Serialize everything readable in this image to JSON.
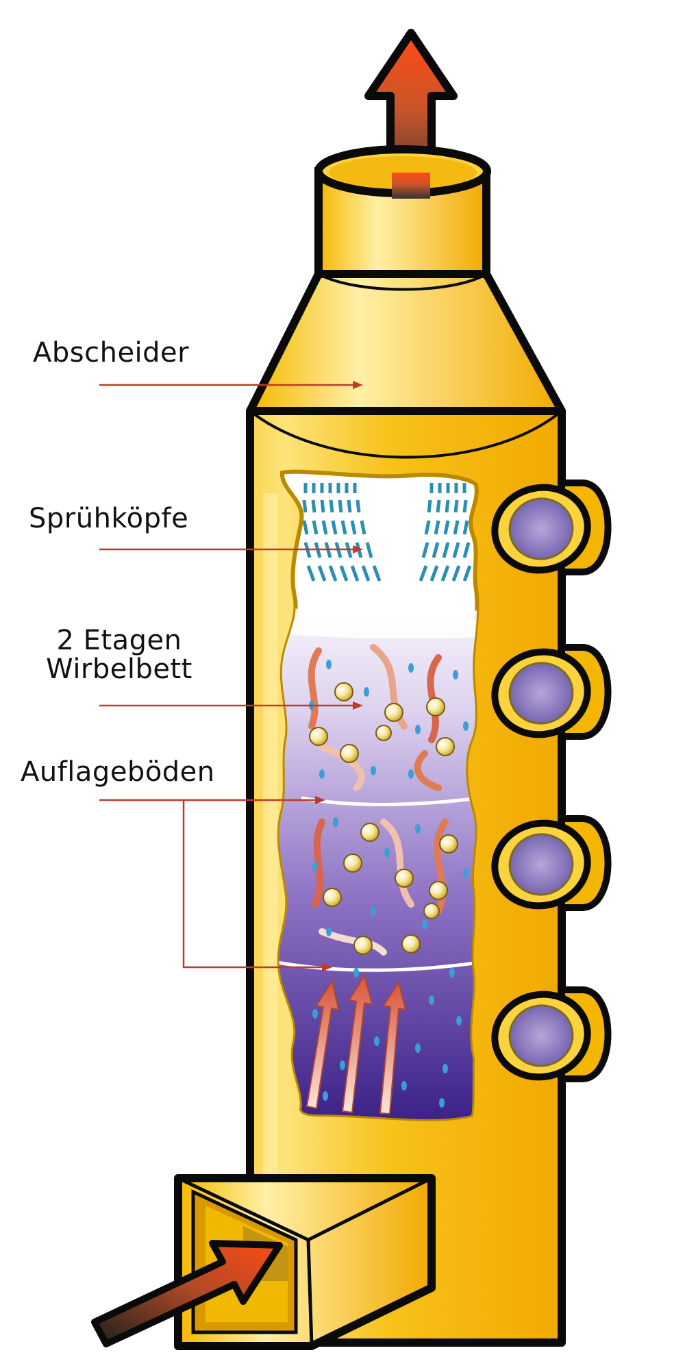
{
  "labels": {
    "separator": "Abscheider",
    "spray_heads": "Sprühköpfe",
    "fluidized_bed_line1": "2 Etagen",
    "fluidized_bed_line2": "Wirbelbett",
    "support_trays": "Auflageböden"
  },
  "colors": {
    "body_yellow": "#f7c21a",
    "body_light": "#fde37a",
    "outline": "#0a0a0a",
    "leader_line": "#c0392b",
    "flow_arrow": "#f04a1a",
    "chamber_top": "#e6dff2",
    "chamber_bottom": "#4a2a8f",
    "nozzle_blue": "#2b8fb5",
    "droplet_blue": "#3a9fd8"
  },
  "icons": {
    "outlet": "arrow-up-icon",
    "inlet": "arrow-right-icon"
  }
}
